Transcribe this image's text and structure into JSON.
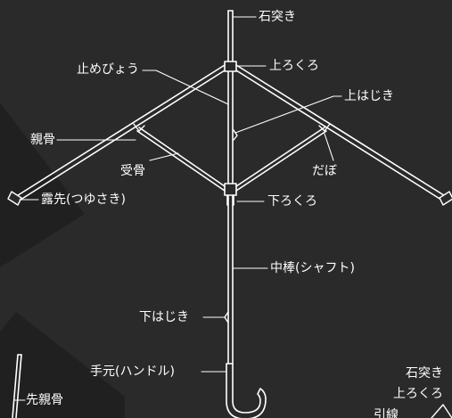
{
  "labels": {
    "ishizuki": "石突き",
    "kami_rokuro": "上ろくろ",
    "tome_byou": "止めびょう",
    "kami_hajiki": "上はじき",
    "oyabone": "親骨",
    "ukebone": "受骨",
    "dabo": "だぼ",
    "tsuyusaki": "露先(つゆさき)",
    "shimo_rokuro": "下ろくろ",
    "chuubou": "中棒(シャフト)",
    "shimo_hajiki": "下はじき",
    "temoto": "手元(ハンドル)",
    "sakioyabone": "先親骨",
    "inset_ishizuki": "石突き",
    "inset_kami_rokuro": "上ろくろ",
    "inset_hikisen": "引線"
  },
  "colors": {
    "background": "#2a2a2a",
    "shape": "#202020",
    "line": "#ffffff"
  }
}
